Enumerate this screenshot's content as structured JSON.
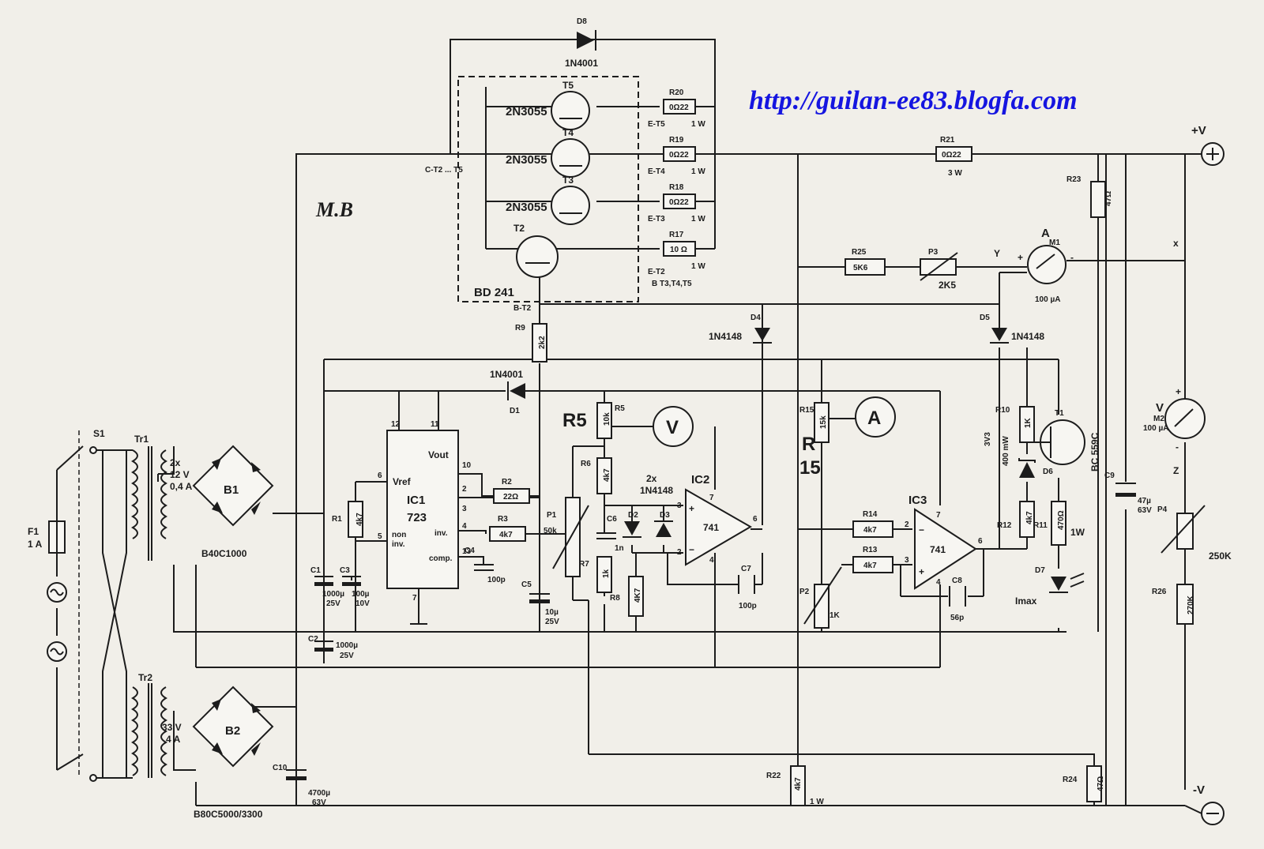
{
  "header": {
    "url": "http://guilan-ee83.blogfa.com",
    "author": "M.B"
  },
  "terminals": {
    "plus_v": "+V",
    "minus_v": "-V"
  },
  "nodes": {
    "x": "x",
    "y": "Y",
    "z": "Z",
    "et5": "E-T5",
    "et4": "E-T4",
    "et3": "E-T3",
    "et2": "E-T2",
    "ct2t5": "C-T2 ... T5",
    "bt2": "B-T2",
    "bt3t4t5": "B T3,T4,T5"
  },
  "components": {
    "s1": "S1",
    "f1": {
      "name": "F1",
      "value": "1 A"
    },
    "tr1": {
      "name": "Tr1",
      "v1": "2x",
      "v2": "12 V",
      "v3": "0,4 A"
    },
    "tr2": {
      "name": "Tr2",
      "v1": "33 V",
      "v2": "4 A"
    },
    "b1": {
      "name": "B1",
      "type": "B40C1000"
    },
    "b2": {
      "name": "B2",
      "type": "B80C5000/3300"
    },
    "c1": {
      "name": "C1",
      "v1": "1000µ",
      "v2": "25V"
    },
    "c2": {
      "name": "C2",
      "v1": "1000µ",
      "v2": "25V"
    },
    "c3": {
      "name": "C3",
      "v1": "100µ",
      "v2": "10V"
    },
    "c4": {
      "name": "C4",
      "value": "100p"
    },
    "c5": {
      "name": "C5",
      "v1": "10µ",
      "v2": "25V"
    },
    "c6": {
      "name": "C6",
      "value": "1n"
    },
    "c7": {
      "name": "C7",
      "value": "100p"
    },
    "c8": {
      "name": "C8",
      "value": "56p"
    },
    "c9": {
      "name": "C9",
      "v1": "47µ",
      "v2": "63V"
    },
    "c10": {
      "name": "C10",
      "v1": "4700µ",
      "v2": "63V"
    },
    "ic1": {
      "name": "IC1",
      "type": "723",
      "vref": "Vref",
      "vout": "Vout",
      "noninv1": "non",
      "noninv2": "inv.",
      "inv": "inv.",
      "comp": "comp.",
      "p12": "12",
      "p11": "11",
      "p10": "10",
      "p6": "6",
      "p5": "5",
      "p2": "2",
      "p3": "3",
      "p4": "4",
      "p13": "13",
      "p7": "7"
    },
    "ic2": {
      "name": "IC2",
      "type": "741",
      "p3": "3",
      "p2": "2",
      "p7": "7",
      "p6": "6",
      "p4": "4"
    },
    "ic3": {
      "name": "IC3",
      "type": "741",
      "p2": "2",
      "p3": "3",
      "p7": "7",
      "p6": "6",
      "p4": "4"
    },
    "r1": {
      "name": "R1",
      "value": "4k7"
    },
    "r2": {
      "name": "R2",
      "value": "22Ω"
    },
    "r3": {
      "name": "R3",
      "value": "4k7"
    },
    "r5": {
      "name": "R5",
      "value": "10k"
    },
    "r5_hand": "R5",
    "r6": {
      "name": "R6",
      "value": "4k7"
    },
    "r7": {
      "name": "R7",
      "value": "1k"
    },
    "r8": {
      "name": "R8",
      "value": "4K7"
    },
    "r9": {
      "name": "R9",
      "value": "2k2"
    },
    "r10": {
      "name": "R10",
      "value": "1K"
    },
    "r11": {
      "name": "R11",
      "value": "470Ω",
      "power": "1W"
    },
    "r12": {
      "name": "R12",
      "value": "4k7"
    },
    "r13": {
      "name": "R13",
      "value": "4k7"
    },
    "r14": {
      "name": "R14",
      "value": "4k7"
    },
    "r15": {
      "name": "R15",
      "value": "15k"
    },
    "r15_hand1": "R",
    "r15_hand2": "15",
    "r17": {
      "name": "R17",
      "value": "10 Ω",
      "power": "1 W"
    },
    "r18": {
      "name": "R18",
      "value": "0Ω22",
      "power": "1 W"
    },
    "r19": {
      "name": "R19",
      "value": "0Ω22",
      "power": "1 W"
    },
    "r20": {
      "name": "R20",
      "value": "0Ω22",
      "power": "1 W"
    },
    "r21": {
      "name": "R21",
      "value": "0Ω22",
      "power": "3 W"
    },
    "r22": {
      "name": "R22",
      "value": "4k7",
      "power": "1 W"
    },
    "r23": {
      "name": "R23",
      "value": "47Ω"
    },
    "r24": {
      "name": "R24",
      "value": "47Ω"
    },
    "r25": {
      "name": "R25",
      "value": "5K6"
    },
    "r26": {
      "name": "R26",
      "value": "270K"
    },
    "p1": {
      "name": "P1",
      "value": "50k"
    },
    "p2": {
      "name": "P2",
      "value": "1K"
    },
    "p3": {
      "name": "P3",
      "value": "2K5"
    },
    "p4": {
      "name": "P4",
      "value": "250K"
    },
    "t1": {
      "name": "T1",
      "type": "BC 559C"
    },
    "t2": {
      "name": "T2",
      "type": "BD 241"
    },
    "t3": {
      "name": "T3",
      "type": "2N3055"
    },
    "t4": {
      "name": "T4",
      "type": "2N3055"
    },
    "t5": {
      "name": "T5",
      "type": "2N3055"
    },
    "d1": {
      "name": "D1",
      "type": "1N4001"
    },
    "d2": "D2",
    "d3": "D3",
    "d23": {
      "count": "2x",
      "type": "1N4148"
    },
    "d4": {
      "name": "D4",
      "type": "1N4148"
    },
    "d5": {
      "name": "D5",
      "type": "1N4148"
    },
    "d6": {
      "name": "D6",
      "v": "3V3",
      "p": "400 mW"
    },
    "d7": {
      "name": "D7",
      "label": "Imax"
    },
    "d8": {
      "name": "D8",
      "type": "1N4001"
    },
    "m1": {
      "name": "M1",
      "letter": "A",
      "range": "100 µA",
      "plus": "+",
      "minus": "-"
    },
    "m2": {
      "name": "M2",
      "letter": "V",
      "range": "100 µA",
      "plus": "+",
      "minus": "-"
    },
    "meter_v": "V",
    "meter_a": "A"
  }
}
